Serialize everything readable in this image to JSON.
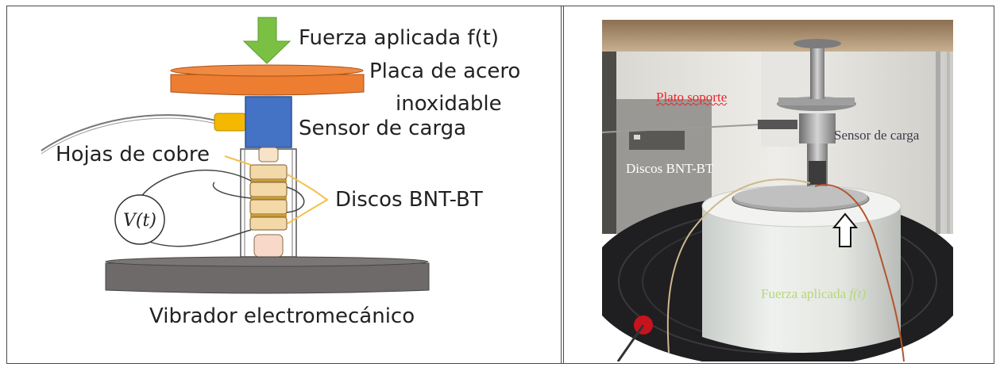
{
  "left_diagram": {
    "labels": {
      "force": "Fuerza aplicada f(t)",
      "plate_line1": "Placa de acero",
      "plate_line2": "inoxidable",
      "load_sensor": "Sensor de carga",
      "copper_sheets": "Hojas de cobre",
      "discs": "Discos BNT-BT",
      "voltage": "V(t)",
      "shaker": "Vibrador electromecánico"
    },
    "colors": {
      "arrow": "#7ac143",
      "steel_plate": "#ed7d31",
      "load_sensor": "#4472c4",
      "connector": "#f5b800",
      "discs": "#f4d9a8",
      "shaker": "#6e6a6a"
    }
  },
  "right_photo": {
    "labels": {
      "support_plate": "Plato soporte",
      "load_sensor": "Sensor de carga",
      "discs": "Discos BNT-BT",
      "force_prefix": "Fuerza aplicada ",
      "force_math": "f(t)"
    },
    "colors": {
      "support_plate_label": "#e8262b",
      "load_sensor_label": "#3a3a4a",
      "discs_label": "#ffffff",
      "force_label": "#b5d77a"
    }
  }
}
